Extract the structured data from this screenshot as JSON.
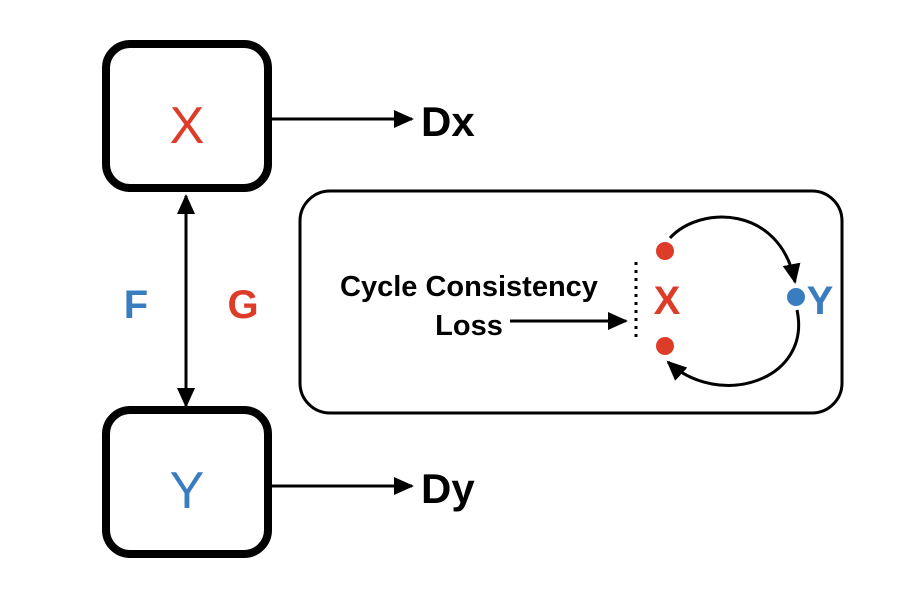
{
  "colors": {
    "red": "#dd3c29",
    "blue": "#3a7cc0",
    "black": "#000000"
  },
  "domain_x": {
    "label": "X",
    "discriminator": "Dx"
  },
  "domain_y": {
    "label": "Y",
    "discriminator": "Dy"
  },
  "mappings": {
    "f_label": "F",
    "g_label": "G"
  },
  "cycle_panel": {
    "title_line1": "Cycle Consistency",
    "title_line2": "Loss",
    "x_label": "X",
    "y_label": "Y"
  }
}
